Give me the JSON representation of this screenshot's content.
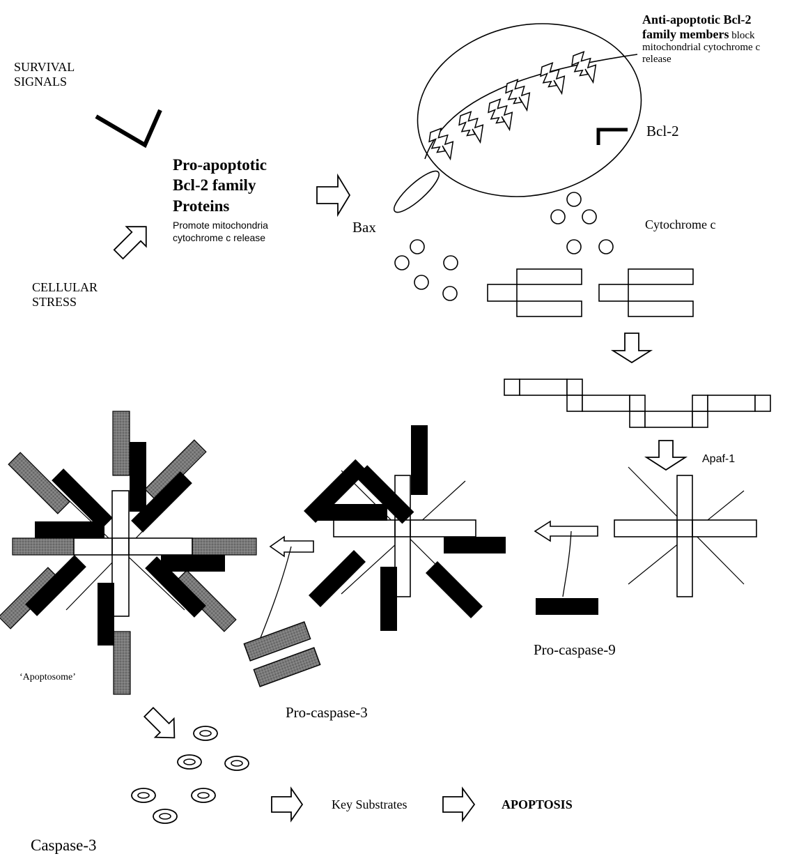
{
  "labels": {
    "survival_signals_1": "SURVIVAL",
    "survival_signals_2": "SIGNALS",
    "cellular_stress_1": "CELLULAR",
    "cellular_stress_2": "STRESS",
    "pro_apoptotic_1": "Pro-apoptotic",
    "pro_apoptotic_2": "Bcl-2 family",
    "pro_apoptotic_3": "Proteins",
    "pro_apoptotic_desc_1": "Promote mitochondria",
    "pro_apoptotic_desc_2": "cytochrome c release",
    "anti_apoptotic_1": "Anti-apoptotic Bcl-2",
    "anti_apoptotic_2_bold": "family  members",
    "anti_apoptotic_2_rest": " block",
    "anti_apoptotic_3": "mitochondrial cytochrome c",
    "anti_apoptotic_4": "release",
    "bcl2": "Bcl-2",
    "bax": "Bax",
    "cytochrome_c": "Cytochrome c",
    "apaf1": "Apaf-1",
    "pro_caspase_9": "Pro-caspase-9",
    "pro_caspase_3": "Pro-caspase-3",
    "apoptosome": "‘Apoptosome’",
    "key_substrates": "Key Substrates",
    "apoptosis": "APOPTOSIS",
    "caspase_3": "Caspase-3"
  },
  "colors": {
    "black": "#000000",
    "dark_gray": "#6e6e6e",
    "white": "#ffffff"
  }
}
